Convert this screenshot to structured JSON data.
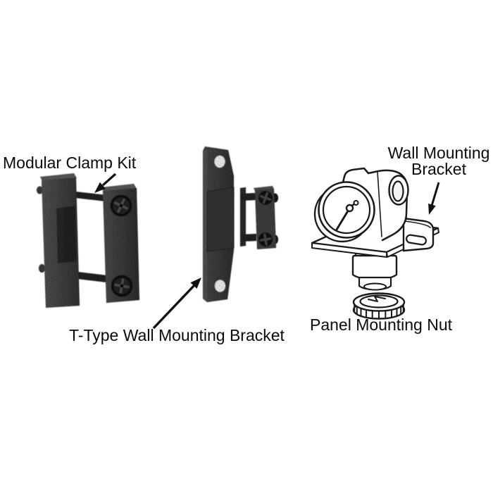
{
  "diagram": {
    "background": "#ffffff",
    "text_color": "#0a0a0a",
    "line_art_color": "#1a1a1a",
    "photo_dark_color": "#3a3a3a",
    "labels": {
      "modular_clamp_kit": "Modular Clamp Kit",
      "t_type_wall_mounting_bracket": "T-Type Wall Mounting Bracket",
      "wall_mounting_bracket": "Wall Mounting\nBracket",
      "panel_mounting_nut": "Panel Mounting Nut"
    }
  }
}
